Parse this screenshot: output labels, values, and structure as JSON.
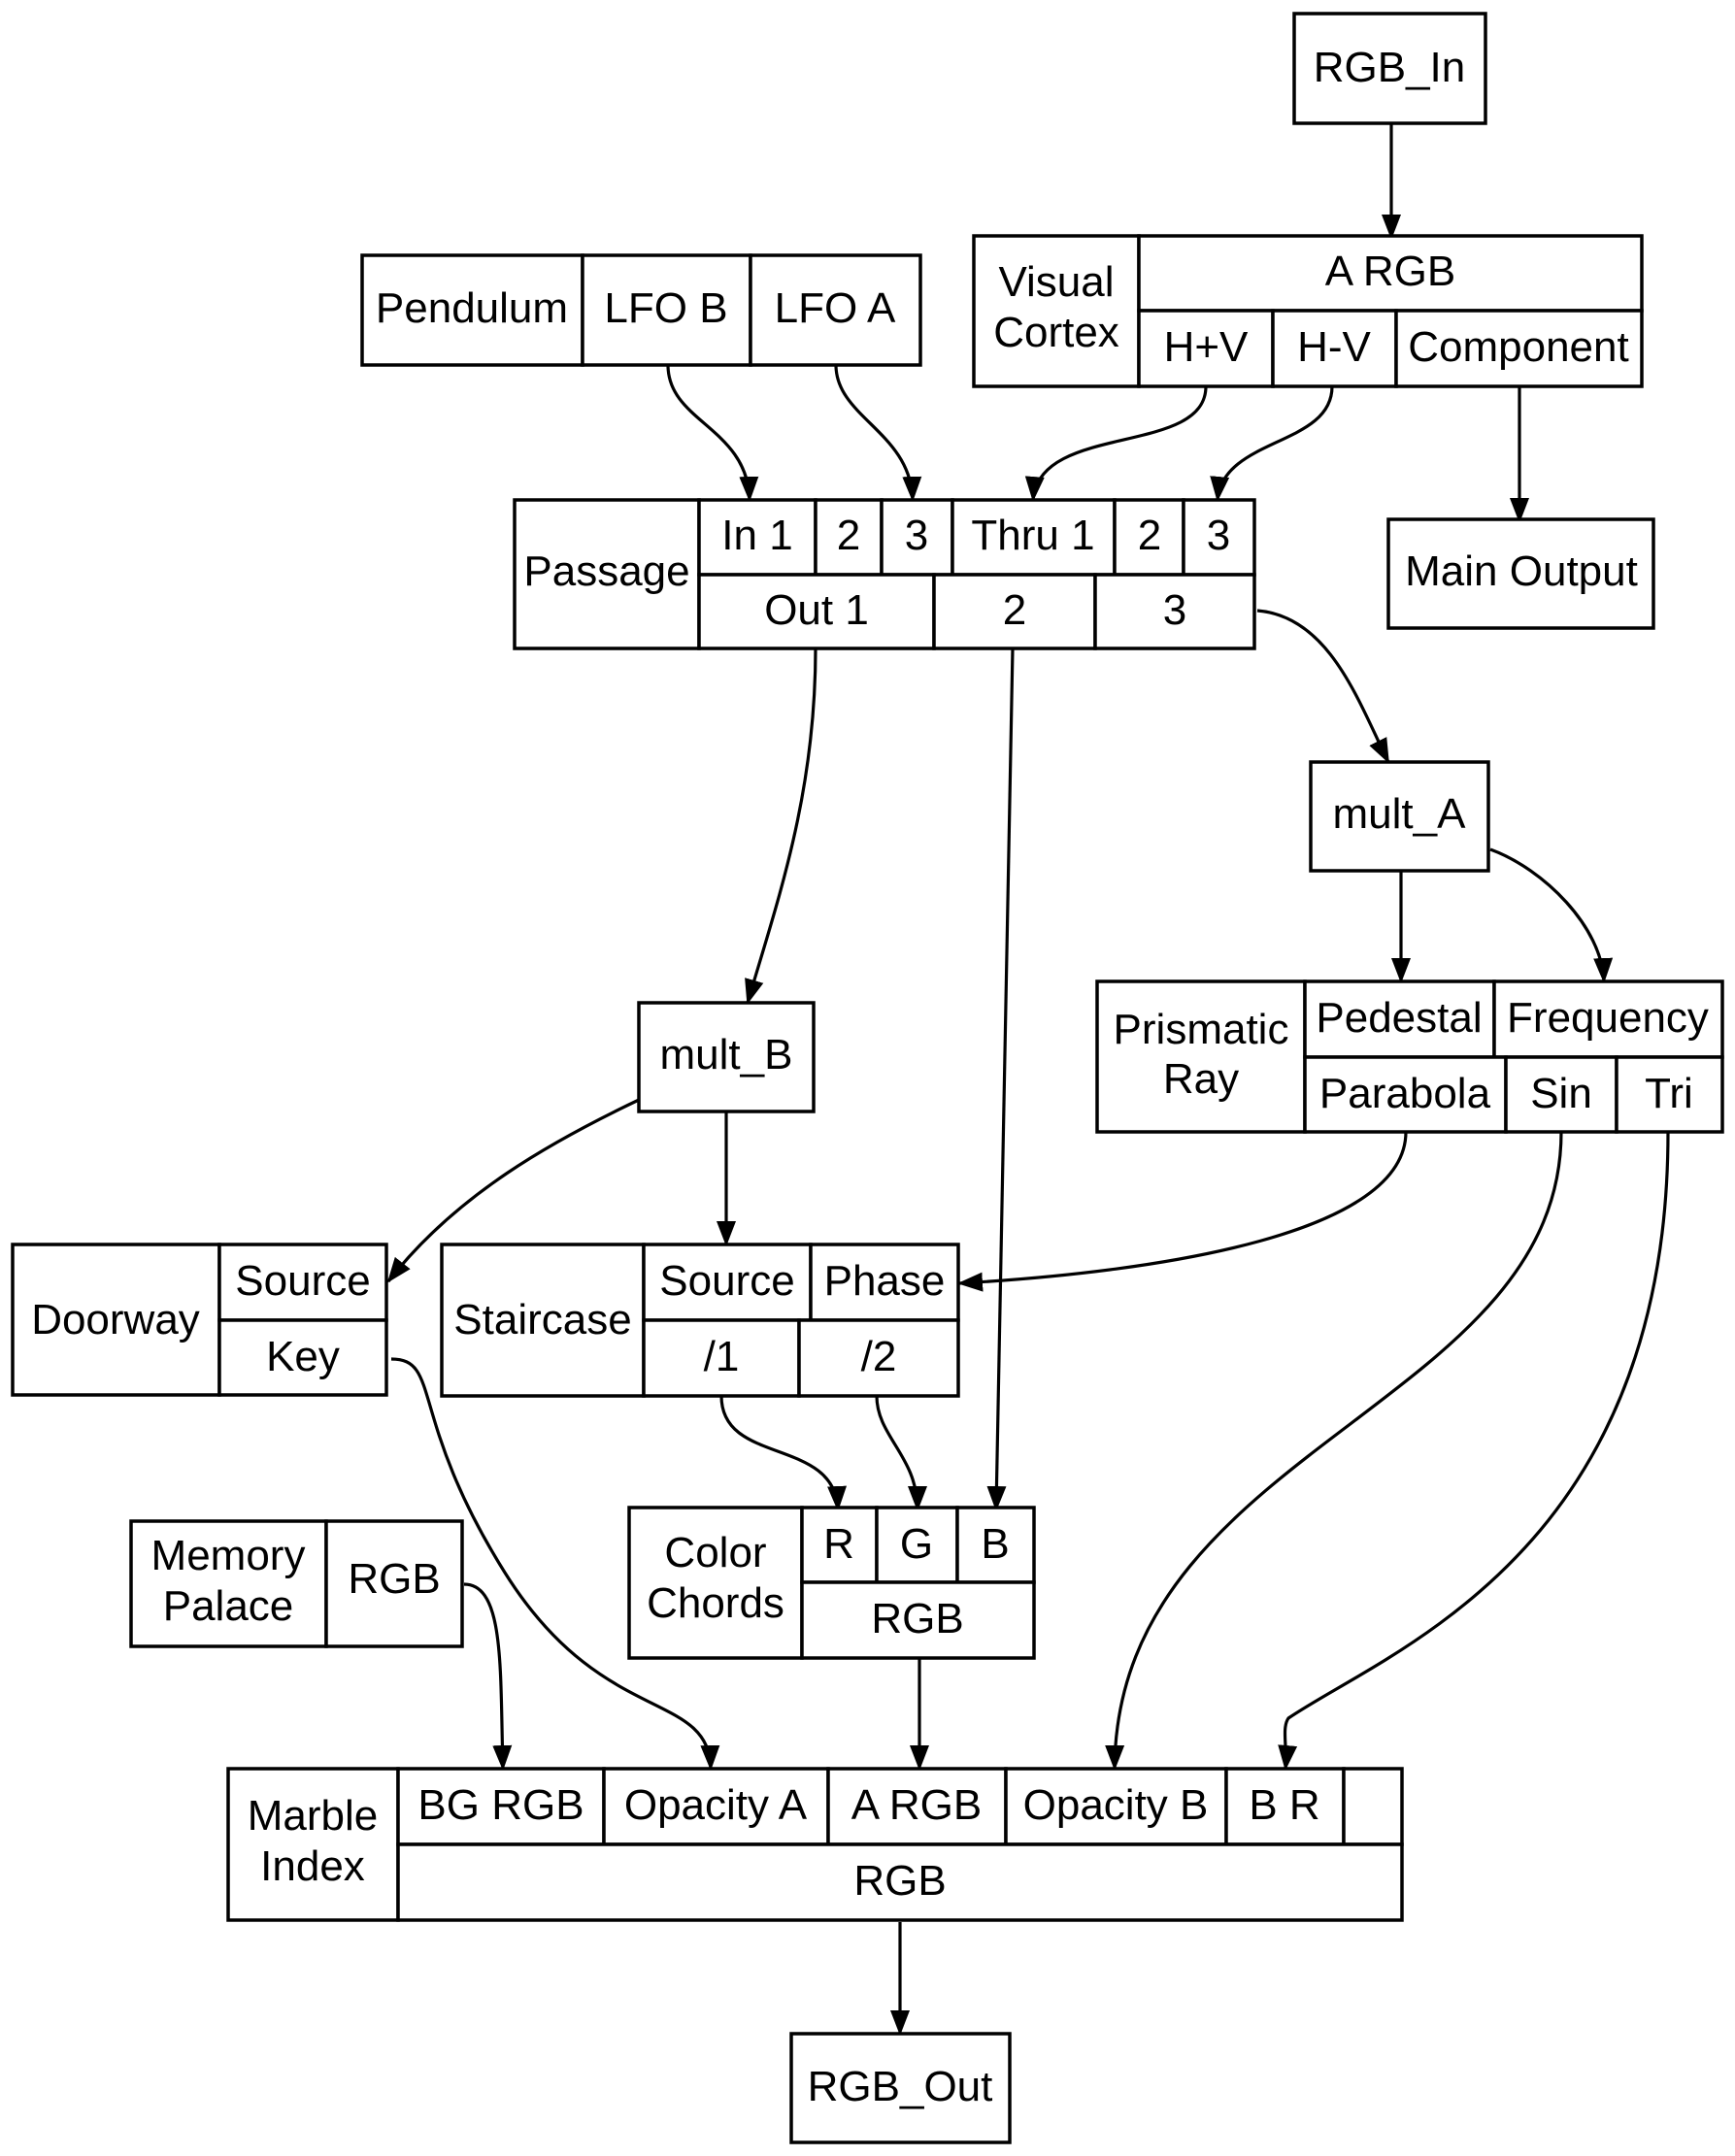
{
  "nodes": {
    "rgb_in": {
      "label": "RGB_In"
    },
    "pendulum": {
      "title": "Pendulum",
      "lfo_b": "LFO B",
      "lfo_a": "LFO A"
    },
    "visual_cortex": {
      "title_1": "Visual",
      "title_2": "Cortex",
      "a_rgb": "A RGB",
      "h_plus_v": "H+V",
      "h_minus_v": "H-V",
      "component": "Component"
    },
    "passage": {
      "title": "Passage",
      "in_1": "In 1",
      "in_2": "2",
      "in_3": "3",
      "thru_1": "Thru 1",
      "thru_2": "2",
      "thru_3": "3",
      "out_1": "Out 1",
      "out_2": "2",
      "out_3": "3"
    },
    "main_output": {
      "label": "Main Output"
    },
    "mult_a": {
      "label": "mult_A"
    },
    "mult_b": {
      "label": "mult_B"
    },
    "prismatic_ray": {
      "title_1": "Prismatic",
      "title_2": "Ray",
      "pedestal": "Pedestal",
      "frequency": "Frequency",
      "parabola": "Parabola",
      "sin": "Sin",
      "tri": "Tri"
    },
    "doorway": {
      "title": "Doorway",
      "source": "Source",
      "key": "Key"
    },
    "staircase": {
      "title": "Staircase",
      "source": "Source",
      "phase": "Phase",
      "div_1": "/1",
      "div_2": "/2"
    },
    "memory_palace": {
      "title_1": "Memory",
      "title_2": "Palace",
      "rgb": "RGB"
    },
    "color_chords": {
      "title_1": "Color",
      "title_2": "Chords",
      "r": "R",
      "g": "G",
      "b": "B",
      "rgb": "RGB"
    },
    "marble_index": {
      "title_1": "Marble",
      "title_2": "Index",
      "bg_rgb": "BG RGB",
      "opacity_a": "Opacity A",
      "a_rgb": "A RGB",
      "opacity_b": "Opacity B",
      "b_r": "B R",
      "rgb": "RGB"
    },
    "rgb_out": {
      "label": "RGB_Out"
    }
  }
}
